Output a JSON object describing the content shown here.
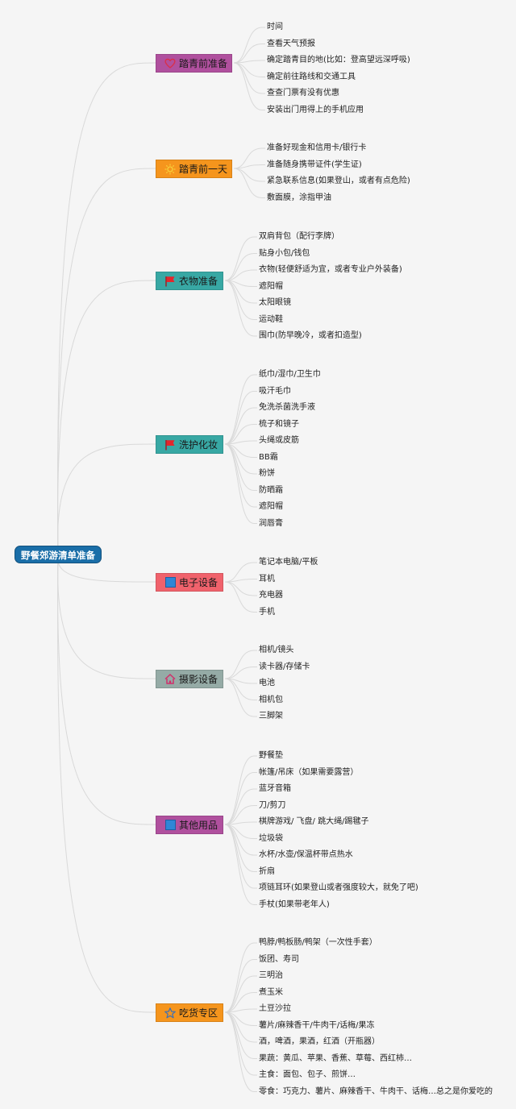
{
  "root": "野餐郊游清单准备",
  "colors": {
    "root": "#1a6ea8",
    "connector": "#d9d9d9"
  },
  "branches": [
    {
      "label": "踏青前准备",
      "color": "#b0509e",
      "icon": "heart-icon",
      "items": [
        "时间",
        "查看天气预报",
        "确定踏青目的地(比如：登高望远深呼吸)",
        "确定前往路线和交通工具",
        "查查门票有没有优惠",
        "安装出门用得上的手机应用"
      ]
    },
    {
      "label": "踏青前一天",
      "color": "#f5951d",
      "icon": "sun-icon",
      "items": [
        "准备好现金和信用卡/银行卡",
        "准备随身携带证件(学生证)",
        "紧急联系信息(如果登山，或者有点危险)",
        "敷面膜，涂指甲油"
      ]
    },
    {
      "label": "衣物准备",
      "color": "#38a8a4",
      "icon": "red-flag-icon",
      "items": [
        "双肩背包（配行李牌）",
        "贴身小包/钱包",
        "衣物(轻便舒适为宜，或者专业户外装备)",
        "遮阳帽",
        "太阳眼镜",
        "运动鞋",
        "围巾(防早晚冷，或者扣造型)"
      ]
    },
    {
      "label": "洗护化妆",
      "color": "#38a8a4",
      "icon": "red-flag-icon",
      "items": [
        "纸巾/湿巾/卫生巾",
        "吸汗毛巾",
        "免洗杀菌洗手液",
        "梳子和镜子",
        "头绳或皮筋",
        "BB霜",
        "粉饼",
        "防晒霜",
        "遮阳帽",
        "润唇膏"
      ]
    },
    {
      "label": "电子设备",
      "color": "#f0626c",
      "icon": "blue-square-icon",
      "items": [
        "笔记本电脑/平板",
        "耳机",
        "充电器",
        "手机"
      ]
    },
    {
      "label": "摄影设备",
      "color": "#95aba6",
      "icon": "home-icon",
      "items": [
        "相机/镜头",
        "读卡器/存储卡",
        "电池",
        "相机包",
        "三脚架"
      ]
    },
    {
      "label": "其他用品",
      "color": "#b0509e",
      "icon": "blue-square-icon",
      "items": [
        "野餐垫",
        "帐篷/吊床（如果需要露营）",
        "蓝牙音箱",
        "刀/剪刀",
        "棋牌游戏/ 飞盘/ 跳大绳/踢毽子",
        "垃圾袋",
        "水杯/水壶/保温杯带点热水",
        "折扇",
        "项链耳环(如果登山或者强度较大，就免了吧)",
        "手杖(如果带老年人)"
      ]
    },
    {
      "label": "吃货专区",
      "color": "#f5951d",
      "icon": "star-icon",
      "items": [
        "鸭脖/鸭板肠/鸭架（一次性手套）",
        "饭团、寿司",
        "三明治",
        "煮玉米",
        "土豆沙拉",
        "薯片/麻辣香干/牛肉干/话梅/果冻",
        "酒，啤酒，果酒，红酒（开瓶器）",
        "果蔬：黄瓜、苹果、香蕉、草莓、西红柿…",
        "主食：面包、包子、煎饼…",
        "零食：巧克力、薯片、麻辣香干、牛肉干、话梅…总之是你爱吃的"
      ]
    }
  ]
}
